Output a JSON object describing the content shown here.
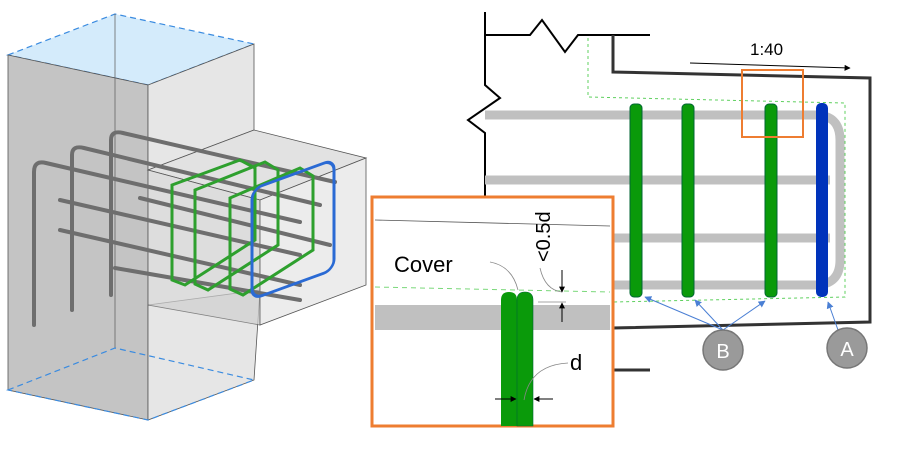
{
  "scale_label": "1:40",
  "inset": {
    "cover_label": "Cover",
    "half_d_label": "<0.5d",
    "d_label": "d"
  },
  "markers": {
    "b_label": "B",
    "a_label": "A"
  },
  "colors": {
    "stirrup_green": "#0a9a0a",
    "end_stirrup_blue": "#0033bb",
    "rebar_gray": "#c0c0c0",
    "highlight_orange": "#ee7d31",
    "leader_blue": "#4a7fd4",
    "marker_gray": "#9a9a9a"
  }
}
